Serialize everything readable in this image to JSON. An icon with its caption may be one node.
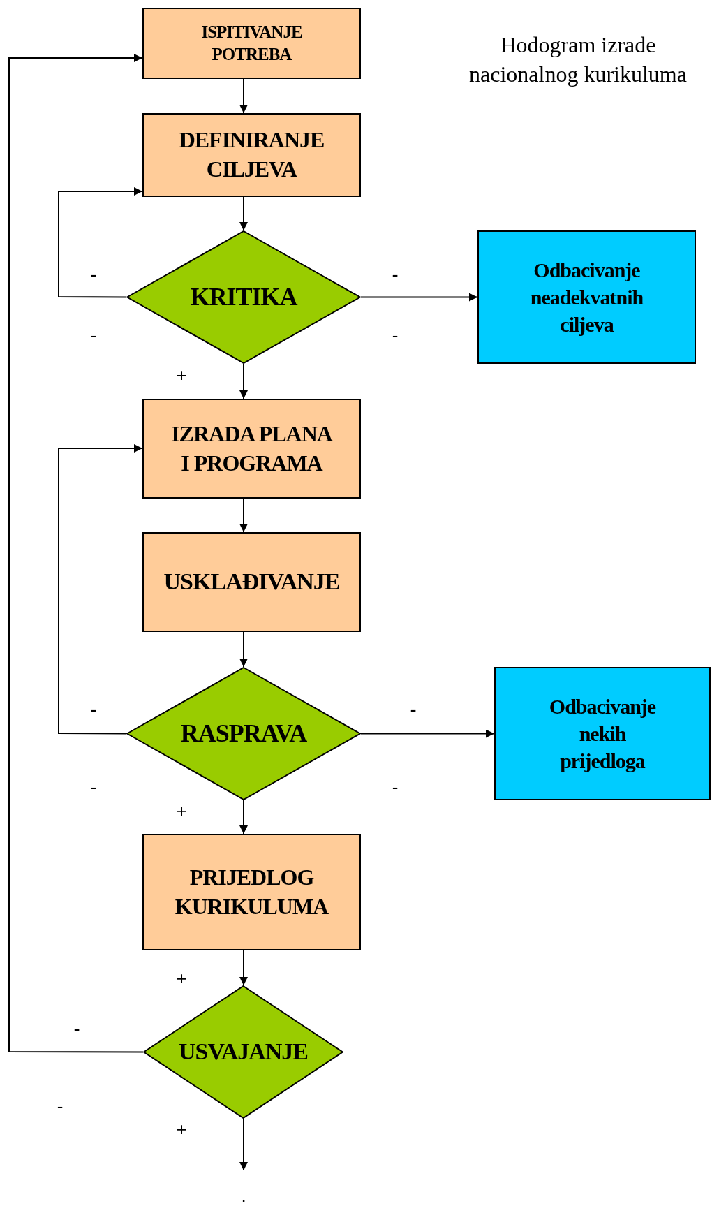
{
  "diagram": {
    "title": "Hodogram izrade nacionalnog kurikuluma",
    "nodes": [
      {
        "text": [
          "ISPITIVANJE POTREBA"
        ]
      },
      {
        "text": [
          "DEFINIRANJE CILJEVA"
        ]
      },
      {
        "text": [
          "KRITIKA"
        ]
      },
      {
        "text": [
          "Odbacivanje neadekvatnih ciljeva"
        ]
      },
      {
        "text": [
          "IZRADA PLANA I PROGRAMA"
        ]
      },
      {
        "text": [
          "USKLAĐIVANJE"
        ]
      },
      {
        "text": [
          "RASPRAVA"
        ]
      },
      {
        "text": [
          "Odbacivanje nekih prijedloga"
        ]
      },
      {
        "text": [
          "PRIJEDLOG KURIKULUMA"
        ]
      },
      {
        "text": [
          "USVAJANJE"
        ]
      }
    ],
    "edges": [
      {
        "from": 0,
        "to": 1,
        "arrow": "to"
      },
      {
        "from": 1,
        "to": 2,
        "arrow": "to"
      },
      {
        "from": 2,
        "to": 1,
        "arrow": "to"
      },
      {
        "from": 2,
        "to": 3,
        "arrow": "to"
      },
      {
        "from": 2,
        "to": 4,
        "arrow": "to"
      },
      {
        "from": 4,
        "to": 5,
        "arrow": "to"
      },
      {
        "from": 5,
        "to": 6,
        "arrow": "to"
      },
      {
        "from": 6,
        "to": 4,
        "arrow": "to"
      },
      {
        "from": 6,
        "to": 7,
        "arrow": "to"
      },
      {
        "from": 6,
        "to": 8,
        "arrow": "to"
      },
      {
        "from": 8,
        "to": 9,
        "arrow": "to"
      },
      {
        "from": 9,
        "to": 0,
        "arrow": "to"
      },
      {
        "from": 9,
        "to": null,
        "arrow": "to"
      }
    ],
    "labels": [
      "-",
      "-",
      "-",
      "-",
      "+",
      "-",
      "-",
      "-",
      "-",
      "+",
      "+",
      "-",
      "-",
      "+",
      "."
    ]
  }
}
